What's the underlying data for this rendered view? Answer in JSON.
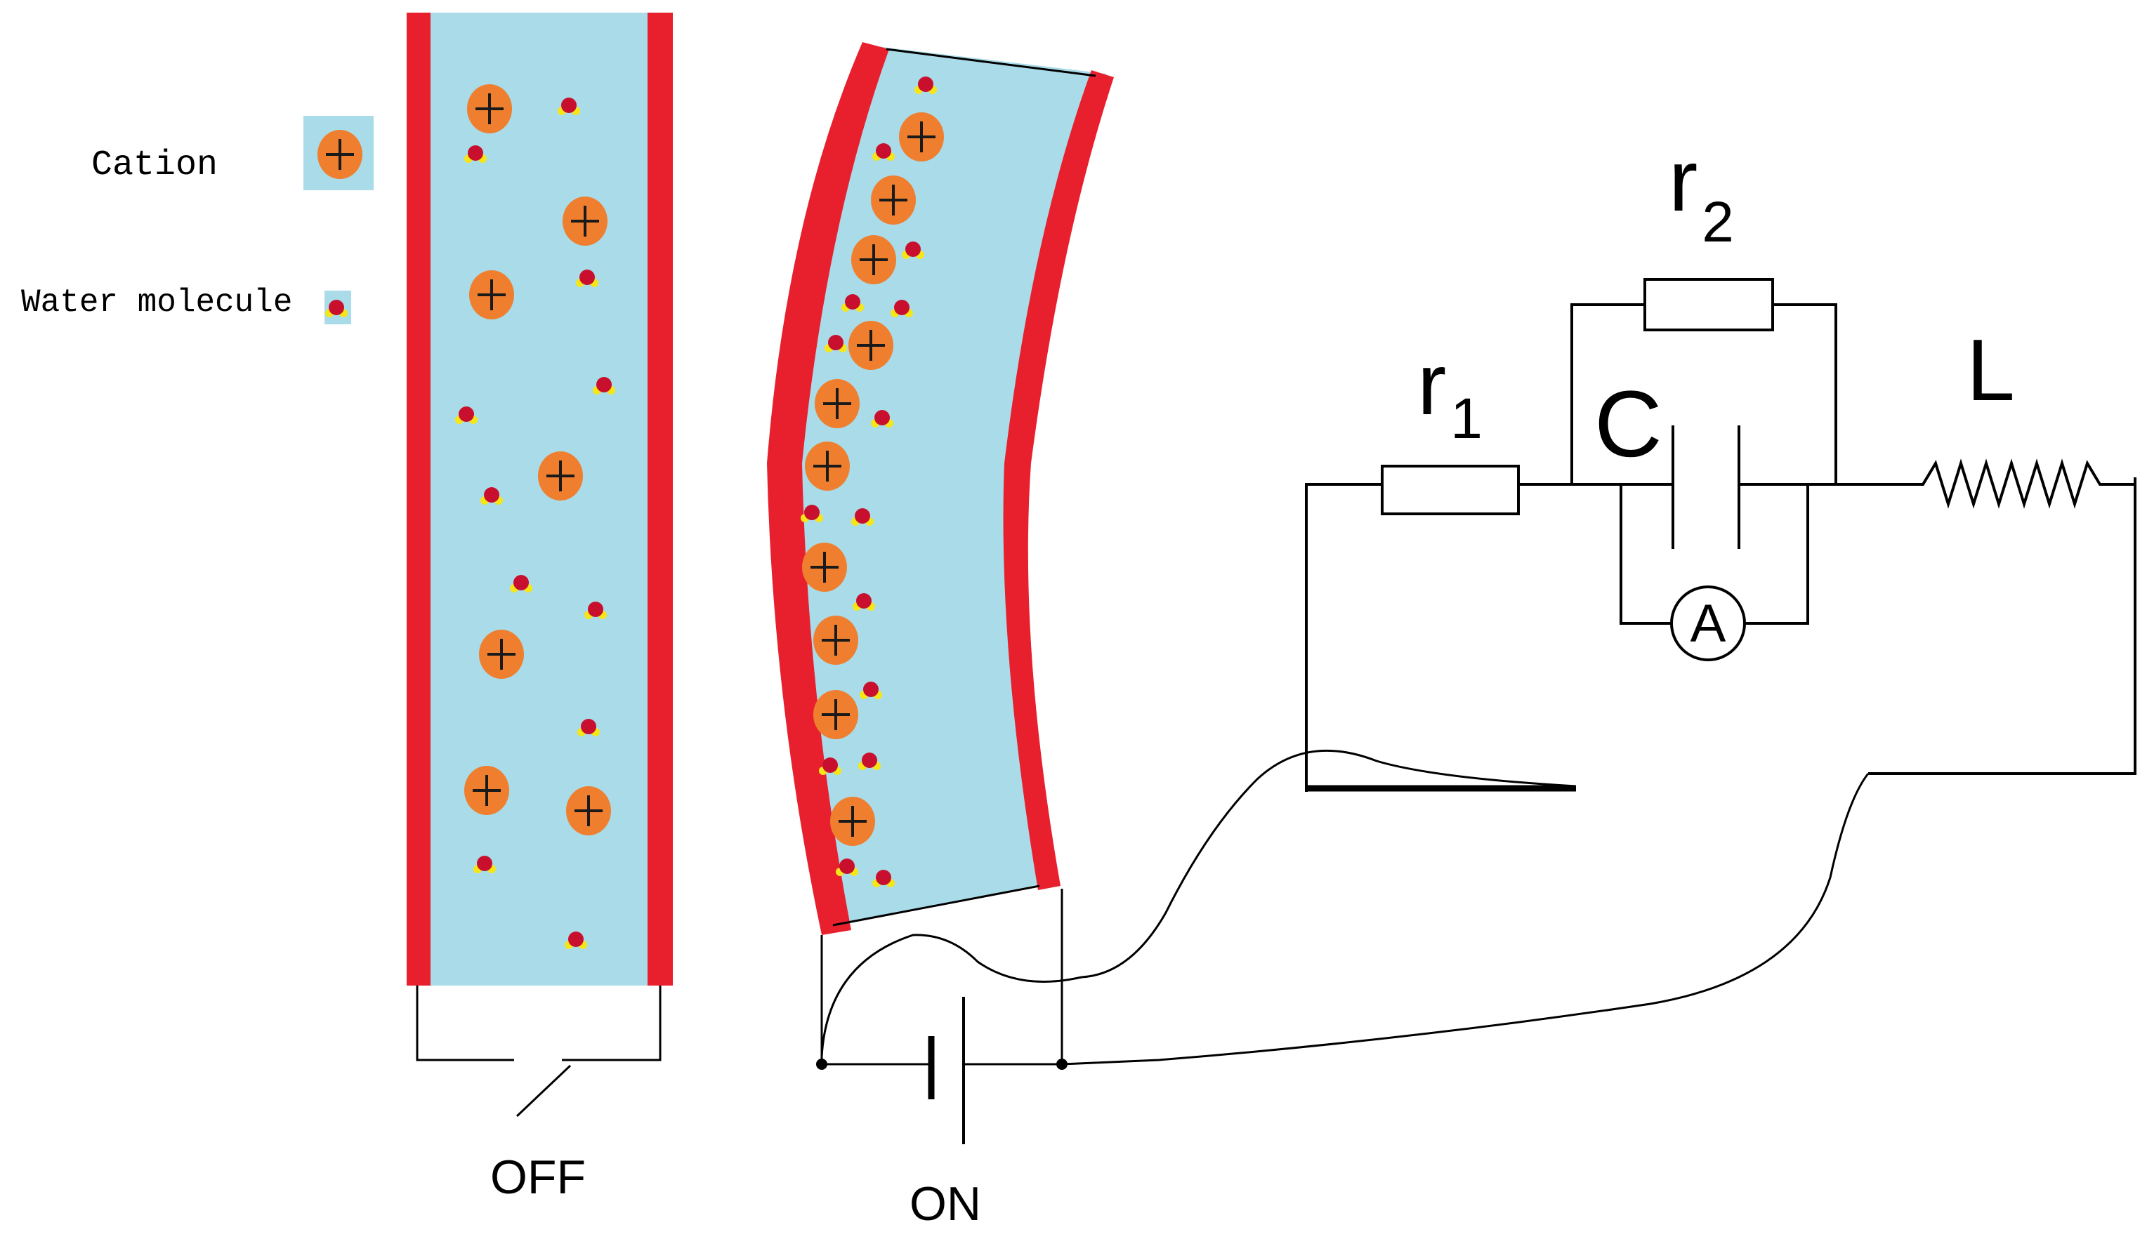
{
  "legend": {
    "cation_label": "Cation",
    "water_label": "Water molecule"
  },
  "states": {
    "off_label": "OFF",
    "on_label": "ON"
  },
  "circuit": {
    "r1_label": "r",
    "r1_sub": "1",
    "r2_label": "r",
    "r2_sub": "2",
    "capacitor_label": "C",
    "inductor_label": "L",
    "ammeter_label": "A"
  },
  "icons": {
    "cation": "plus-circle-icon",
    "water": "water-molecule-icon"
  },
  "colors": {
    "electrode": "#e8202e",
    "electrolyte": "#a9dbe8",
    "cation": "#ef7f2f",
    "water_oxygen": "#c8102e",
    "water_hydrogen": "#f5e61a"
  }
}
